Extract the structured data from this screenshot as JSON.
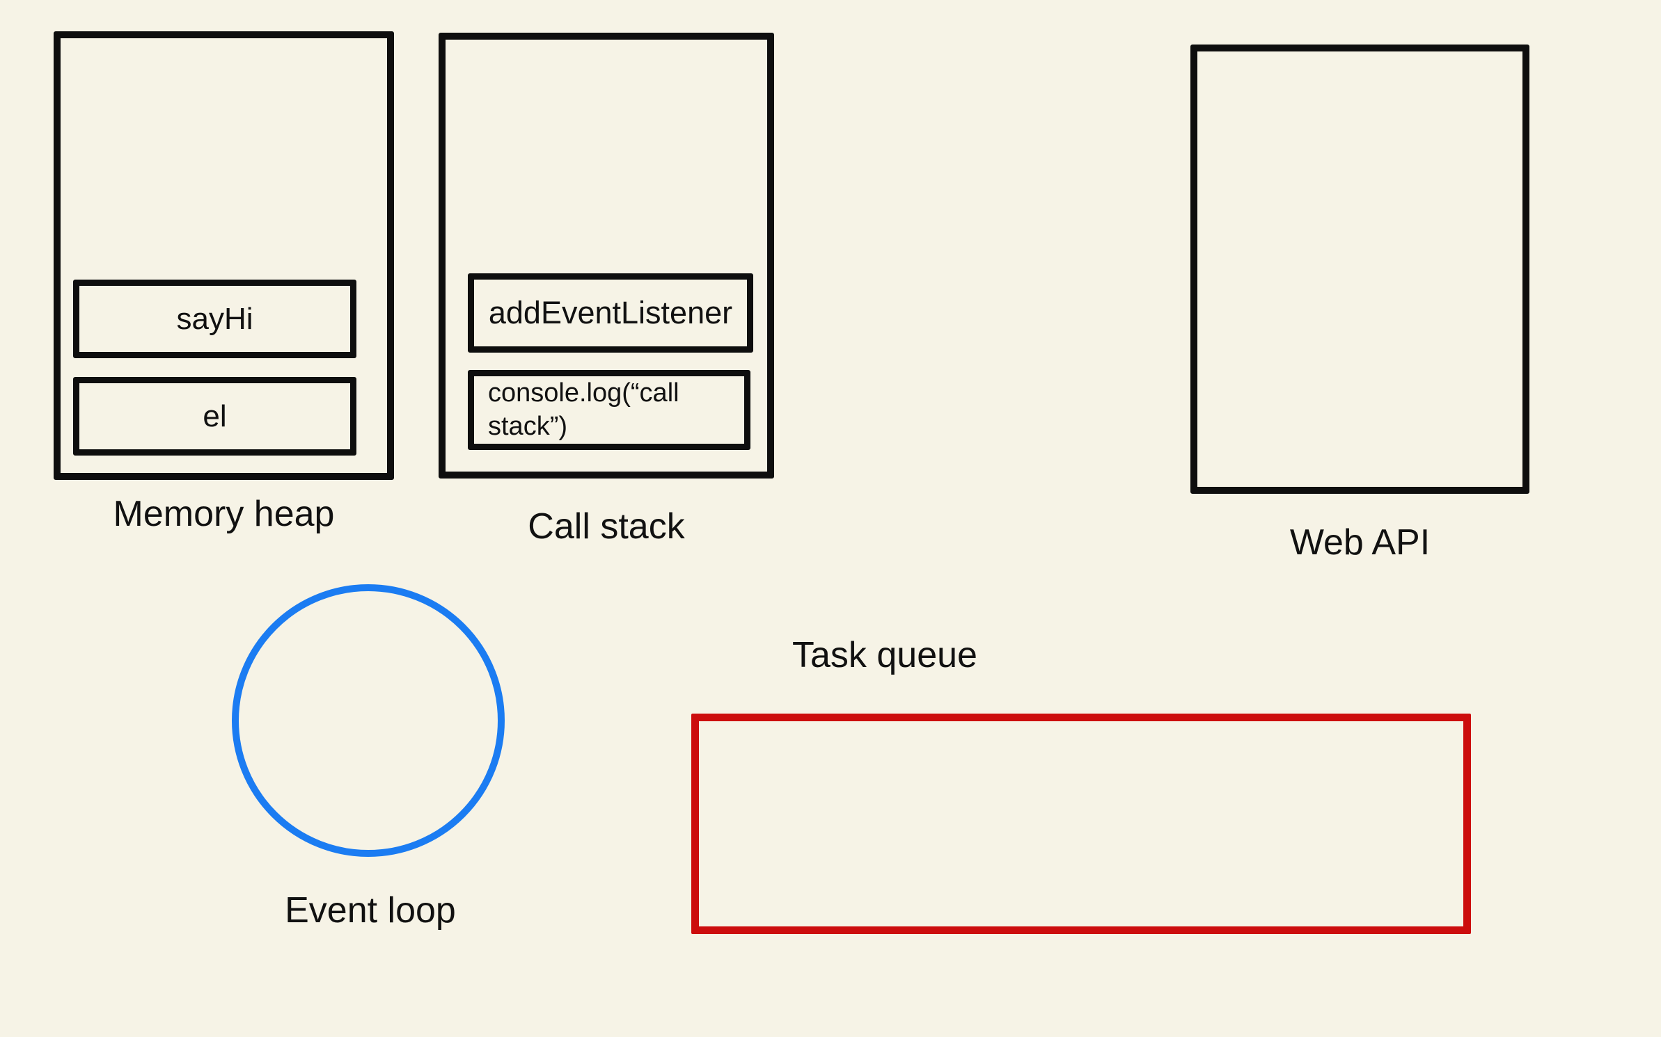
{
  "canvas": {
    "colors": {
      "background": "#F6F3E6",
      "stroke": "#0E0E0E",
      "event_loop_blue": "#1B7CF2",
      "task_queue_red": "#CC0D0D",
      "text": "#111111"
    }
  },
  "memory_heap": {
    "label": "Memory heap",
    "items": [
      {
        "label": "sayHi"
      },
      {
        "label": "el"
      }
    ]
  },
  "call_stack": {
    "label": "Call stack",
    "frames": [
      {
        "label": "addEventListener"
      },
      {
        "label": "console.log(“call stack”)"
      }
    ]
  },
  "web_api": {
    "label": "Web API"
  },
  "event_loop": {
    "label": "Event loop"
  },
  "task_queue": {
    "label": "Task queue"
  }
}
